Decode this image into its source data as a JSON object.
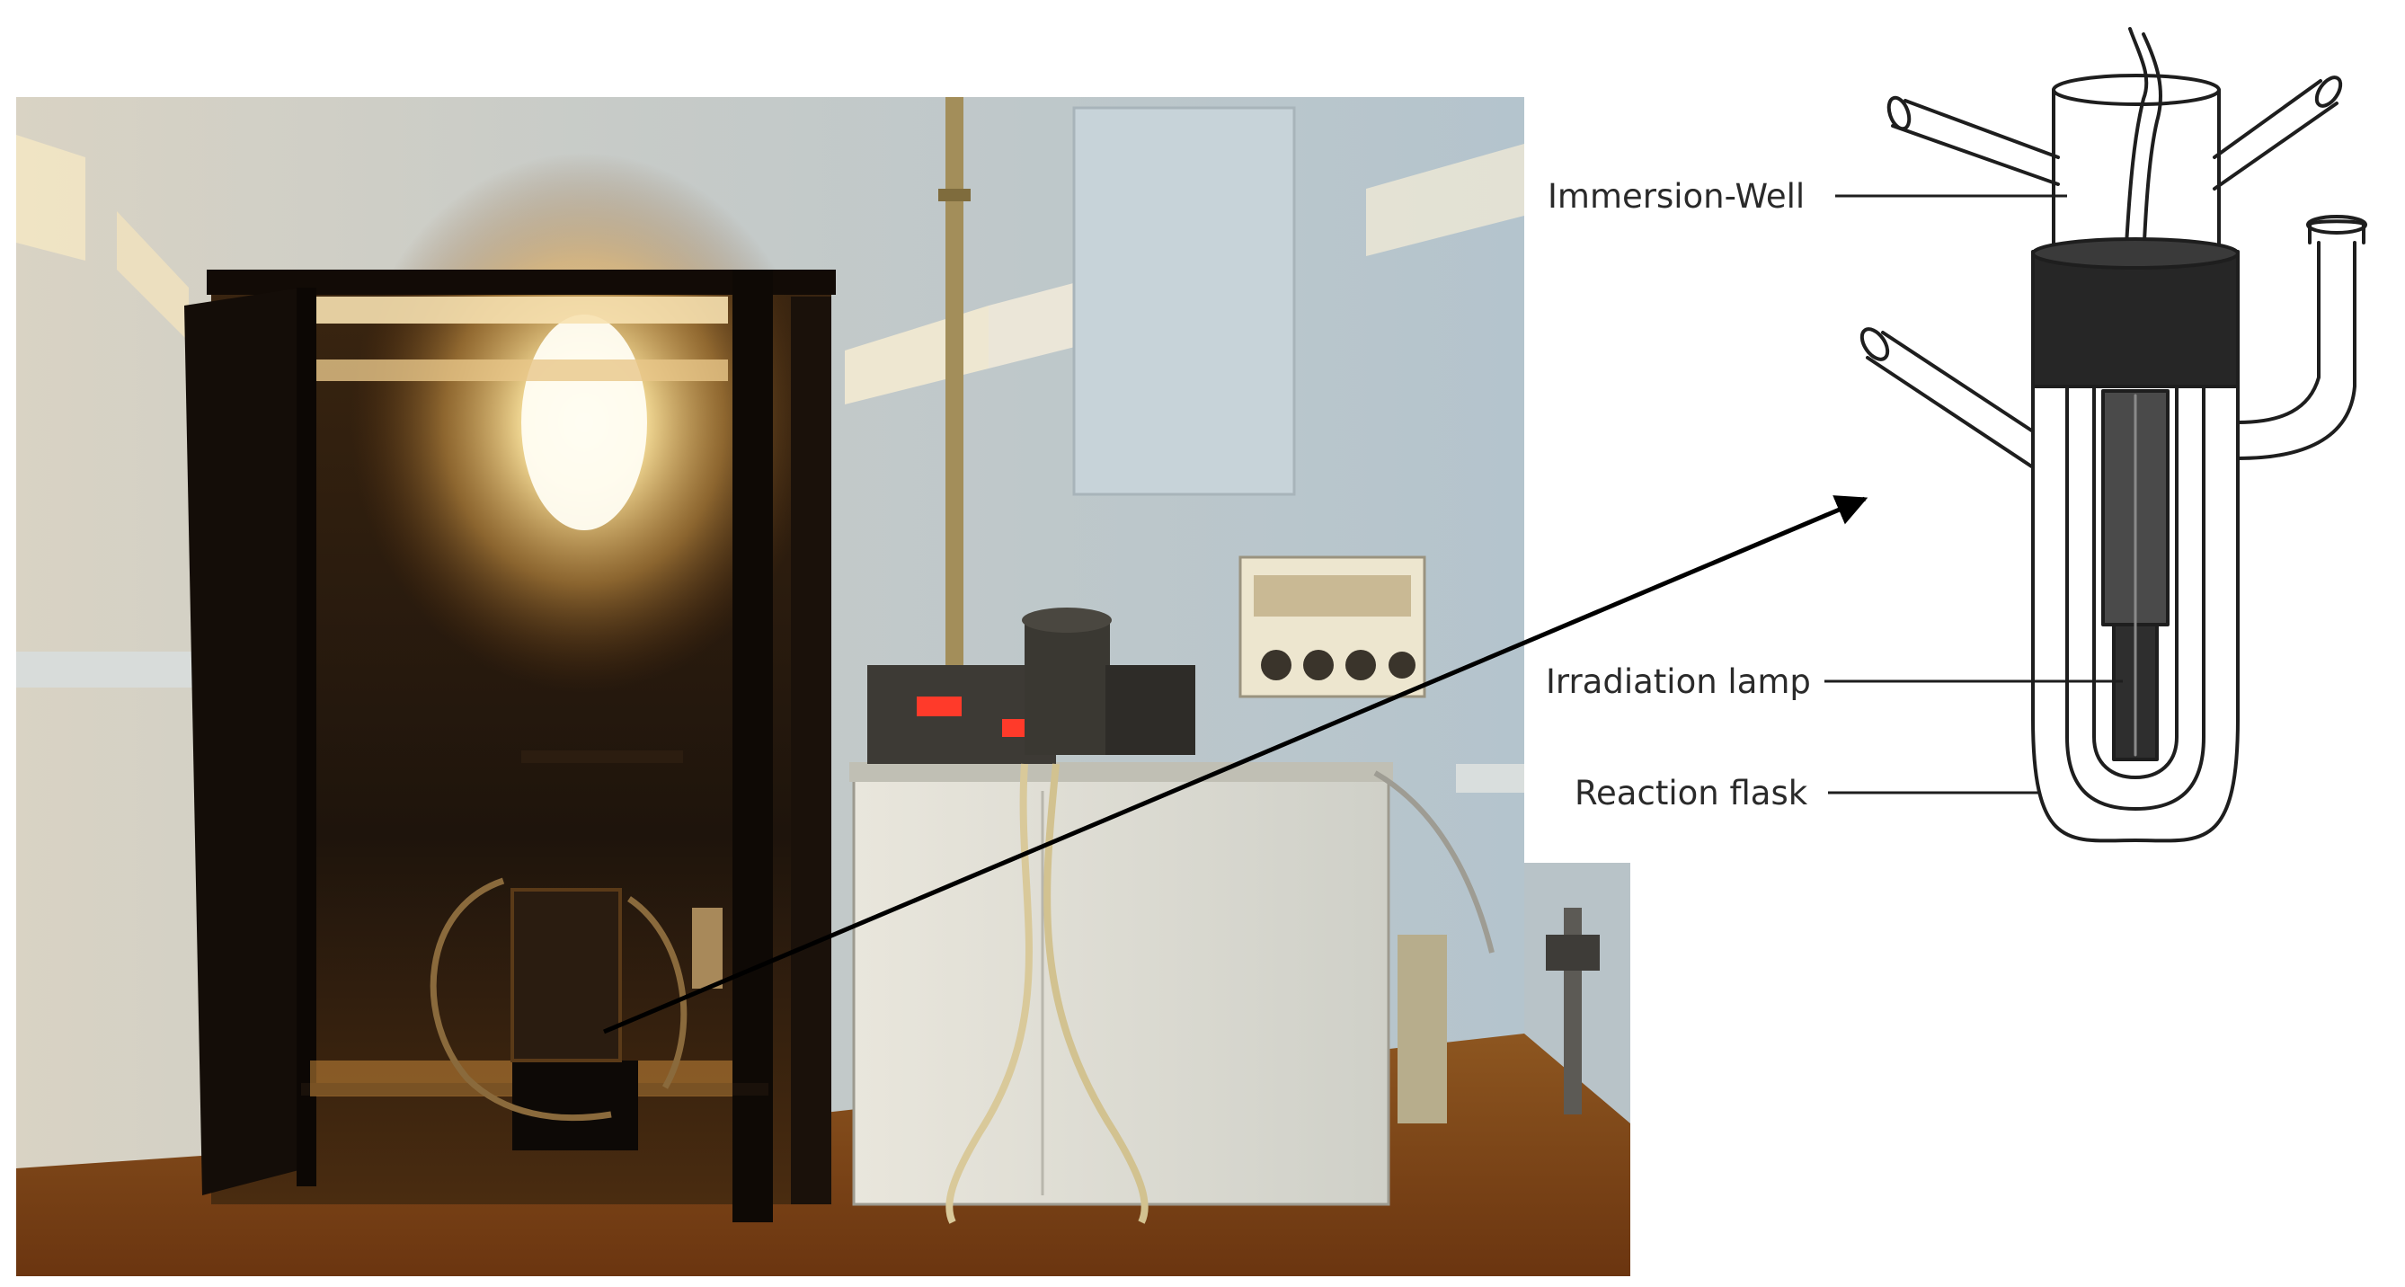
{
  "labels": {
    "immersion_well": "Immersion-Well",
    "irradiation_lamp": "Irradiation lamp",
    "reaction_flask": "Reaction flask"
  },
  "colors": {
    "photo_wall": "#b9c7cf",
    "lamp_glow": "#fff2c8",
    "cabinet": "#1a120c",
    "floor": "#7a4418",
    "drawing_ink": "#1e1e1e",
    "arrow": "#000000"
  }
}
